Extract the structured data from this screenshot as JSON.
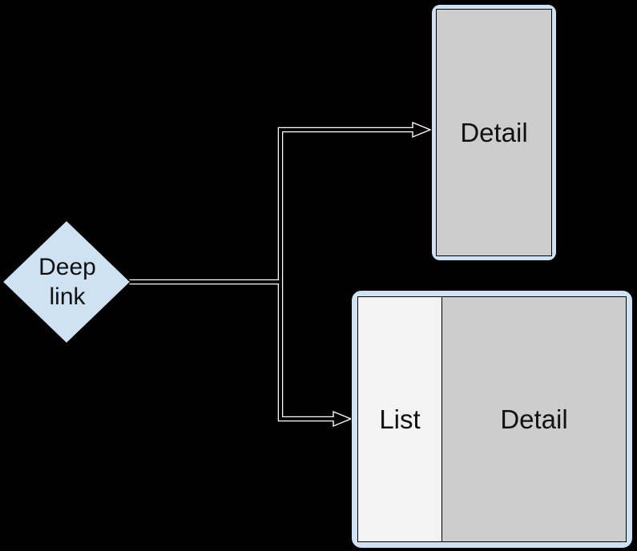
{
  "diagram": {
    "decision": {
      "label": "Deep link"
    },
    "screens": {
      "phone": {
        "detail_label": "Detail"
      },
      "tablet": {
        "list_label": "List",
        "detail_label": "Detail"
      }
    }
  },
  "icons": [
    {
      "name": "arrowhead-top-icon",
      "meaning": "arrow pointing right into phone detail screen"
    },
    {
      "name": "arrowhead-bottom-icon",
      "meaning": "arrow pointing right into tablet list-detail screen"
    }
  ],
  "colors": {
    "bg": "#000000",
    "node-fill": "#cfe2f3",
    "frame-fill": "#cfe2f3",
    "shape-stroke": "#000000",
    "screen-gray": "#cdcdcd",
    "list-gray": "#f3f3f3",
    "line": "#ffffff",
    "text": "#111111"
  }
}
